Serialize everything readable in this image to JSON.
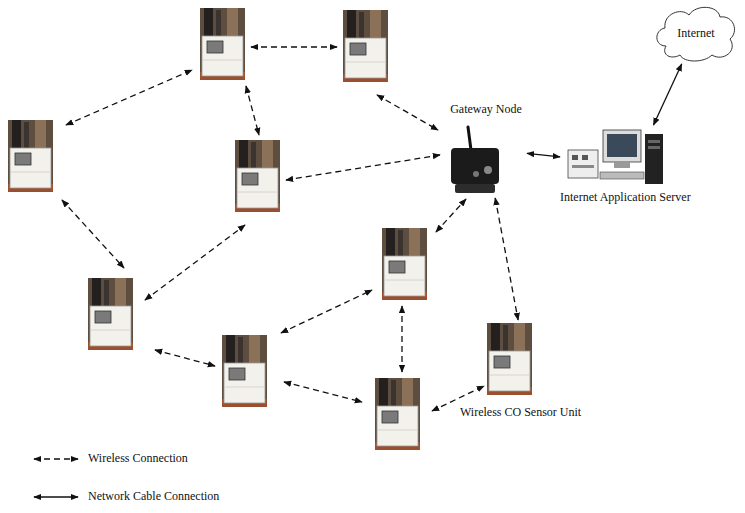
{
  "diagram": {
    "nodes": [
      {
        "text": [
          "Internet"
        ]
      },
      {
        "text": [
          "Gateway Node"
        ]
      },
      {
        "text": [
          "Internet Application Server"
        ]
      },
      {
        "text": [
          "Wireless CO Sensor Unit"
        ]
      }
    ],
    "edges": [
      {
        "from": 1,
        "to": 2,
        "arrow": "both"
      },
      {
        "from": 2,
        "to": 0,
        "arrow": "both"
      },
      {
        "from": 1,
        "to": 3,
        "arrow": "both"
      }
    ],
    "legend": [
      {
        "text": "Wireless Connection"
      },
      {
        "text": "Network Cable Connection"
      }
    ]
  }
}
